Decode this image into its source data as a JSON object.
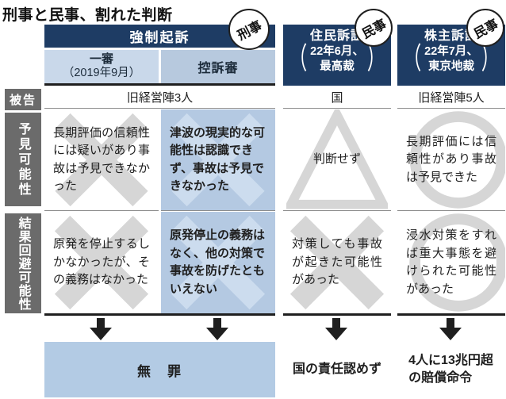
{
  "title": "刑事と民事、割れた判断",
  "glyphs": {
    "paren_open": "（",
    "paren_close": "）"
  },
  "badges": {
    "criminal": "刑事",
    "civil": "民事"
  },
  "colors": {
    "navy": "#1e3c64",
    "sub1_bg": "#c9d8ea",
    "sub2_bg": "#b7c9de",
    "cell_blue": "#b4c9e2",
    "result_blue": "#b3cbe4",
    "label_gray": "#6b6b6b",
    "watermark_gray": "#d6d6d6",
    "watermark_on_blue": "#ccdcee",
    "thin": "#8c8c8c",
    "thick": "#1f1f1f",
    "text": "#1f1f1f",
    "arrow": "#1f1f1f"
  },
  "columns": {
    "criminal": {
      "header": "強制起訴",
      "first_trial_line1": "一審",
      "first_trial_line2": "（2019年9月）",
      "appeal": "控訴審"
    },
    "resident_suit": {
      "title": "住民訴訟",
      "date": "22年6月、",
      "court": "最高裁"
    },
    "shareholder_suit": {
      "title": "株主訴訟",
      "date": "22年7月、",
      "court": "東京地裁"
    }
  },
  "rows": {
    "defendant": {
      "label": "被告",
      "criminal": "旧経営陣3人",
      "resident": "国",
      "shareholder": "旧経営陣5人"
    },
    "foreseeability": {
      "label": "予見可能性",
      "criminal_first": {
        "text": "長期評価の信頼性には疑いがあり事故は予見できなかった",
        "mark": "x"
      },
      "criminal_appeal": {
        "text": "津波の現実的な可能性は認識できず、事故は予見できなかった",
        "mark": "x"
      },
      "resident": {
        "text": "判断せず",
        "mark": "triangle"
      },
      "shareholder": {
        "text": "長期評価には信頼性があり事故は予見できた",
        "mark": "circle"
      }
    },
    "avoidance": {
      "label_line1": "結果回避",
      "label_line2": "可能性",
      "criminal_first": {
        "text": "原発を停止するしかなかったが、その義務はなかった",
        "mark": "x"
      },
      "criminal_appeal": {
        "text": "原発停止の義務はなく、他の対策で事故を防げたともいえない",
        "mark": "x"
      },
      "resident": {
        "text": "対策しても事故が起きた可能性があった",
        "mark": "x"
      },
      "shareholder": {
        "text": "浸水対策をすれば重大事態を避けられた可能性があった",
        "mark": "circle"
      }
    }
  },
  "results": {
    "criminal": "無　罪",
    "resident": "国の責任認めず",
    "shareholder_line1": "4人に13兆円超",
    "shareholder_line2": "の賠償命令"
  }
}
